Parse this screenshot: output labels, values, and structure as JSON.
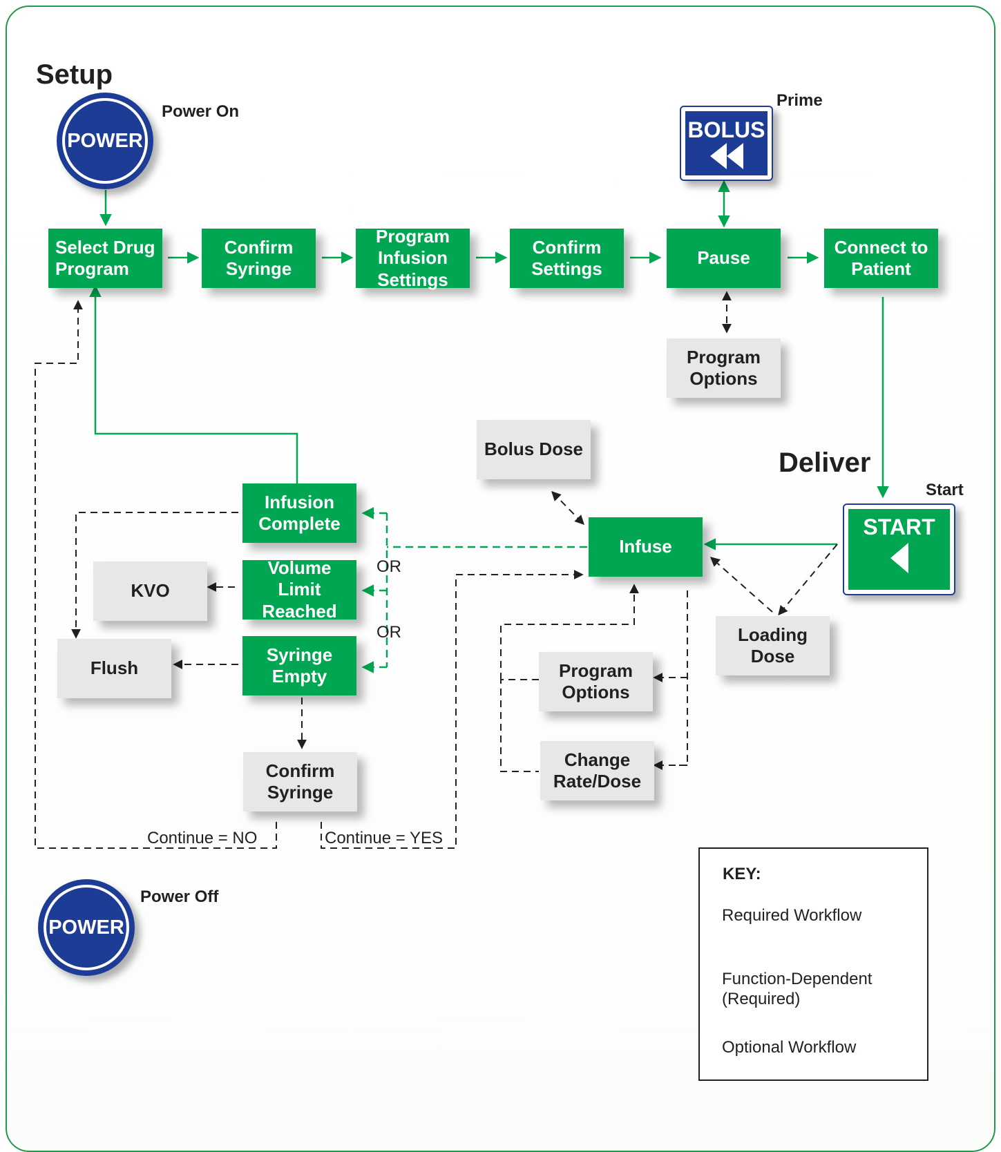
{
  "colors": {
    "required": "#00a651",
    "optional": "#231f20",
    "power_blue": "#1d3c96",
    "box_grey": "#e6e7e8"
  },
  "headings": {
    "setup": "Setup",
    "deliver": "Deliver"
  },
  "labels": {
    "power_on": "Power On",
    "power_off": "Power Off",
    "prime": "Prime",
    "start": "Start",
    "or_1": "OR",
    "or_2": "OR",
    "continue_no": "Continue = NO",
    "continue_yes": "Continue = YES"
  },
  "buttons": {
    "power_top": "POWER",
    "power_bottom": "POWER",
    "bolus": "BOLUS",
    "bolus_icon": "rewind-icon",
    "start": "START",
    "start_icon": "left-triangle-icon"
  },
  "steps": {
    "select_drug": "Select Drug Program",
    "confirm_syringe_1": "Confirm Syringe",
    "program_infusion": "Program Infusion Settings",
    "confirm_settings": "Confirm Settings",
    "pause": "Pause",
    "connect_patient": "Connect to Patient",
    "program_options_1": "Program Options",
    "bolus_dose": "Bolus Dose",
    "infuse": "Infuse",
    "loading_dose": "Loading Dose",
    "infusion_complete": "Infusion Complete",
    "volume_limit": "Volume Limit Reached",
    "syringe_empty": "Syringe Empty",
    "kvo": "KVO",
    "flush": "Flush",
    "confirm_syringe_2": "Confirm Syringe",
    "program_options_2": "Program Options",
    "change_rate": "Change Rate/Dose"
  },
  "key": {
    "title": "KEY:",
    "required": "Required Workflow",
    "function_dependent": "Function-Dependent (Required)",
    "optional": "Optional Workflow"
  }
}
